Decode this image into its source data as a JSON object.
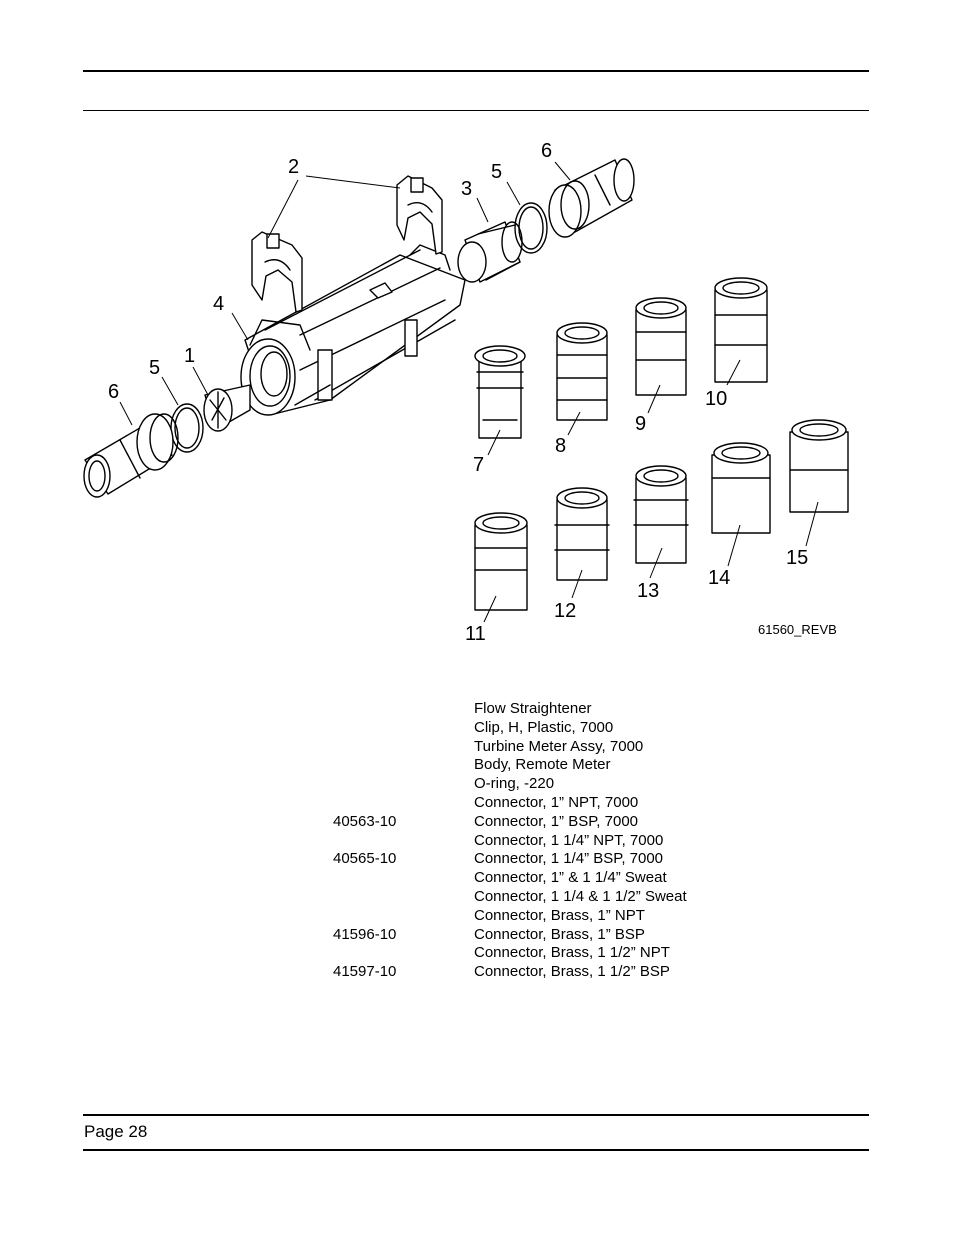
{
  "figure": {
    "reference": "61560_REVB",
    "callouts": [
      "2",
      "3",
      "5",
      "6",
      "4",
      "1",
      "5",
      "6",
      "7",
      "8",
      "9",
      "10",
      "11",
      "12",
      "13",
      "14",
      "15"
    ]
  },
  "parts": [
    {
      "part_no": "",
      "description": "Flow Straightener"
    },
    {
      "part_no": "",
      "description": "Clip, H, Plastic, 7000"
    },
    {
      "part_no": "",
      "description": "Turbine Meter Assy, 7000"
    },
    {
      "part_no": "",
      "description": "Body, Remote Meter"
    },
    {
      "part_no": "",
      "description": "O-ring, -220"
    },
    {
      "part_no": "",
      "description": "Connector, 1” NPT, 7000"
    },
    {
      "part_no": "40563-10",
      "description": "Connector, 1” BSP, 7000"
    },
    {
      "part_no": "",
      "description": "Connector, 1 1/4” NPT, 7000"
    },
    {
      "part_no": "40565-10",
      "description": "Connector, 1 1/4” BSP, 7000"
    },
    {
      "part_no": "",
      "description": "Connector, 1” & 1 1/4” Sweat"
    },
    {
      "part_no": "",
      "description": "Connector, 1 1/4 & 1 1/2” Sweat"
    },
    {
      "part_no": "",
      "description": "Connector, Brass, 1” NPT"
    },
    {
      "part_no": "41596-10",
      "description": "Connector, Brass, 1” BSP"
    },
    {
      "part_no": "",
      "description": "Connector, Brass, 1 1/2” NPT"
    },
    {
      "part_no": "41597-10",
      "description": "Connector, Brass, 1 1/2” BSP"
    }
  ],
  "footer": {
    "page_label": "Page 28"
  }
}
